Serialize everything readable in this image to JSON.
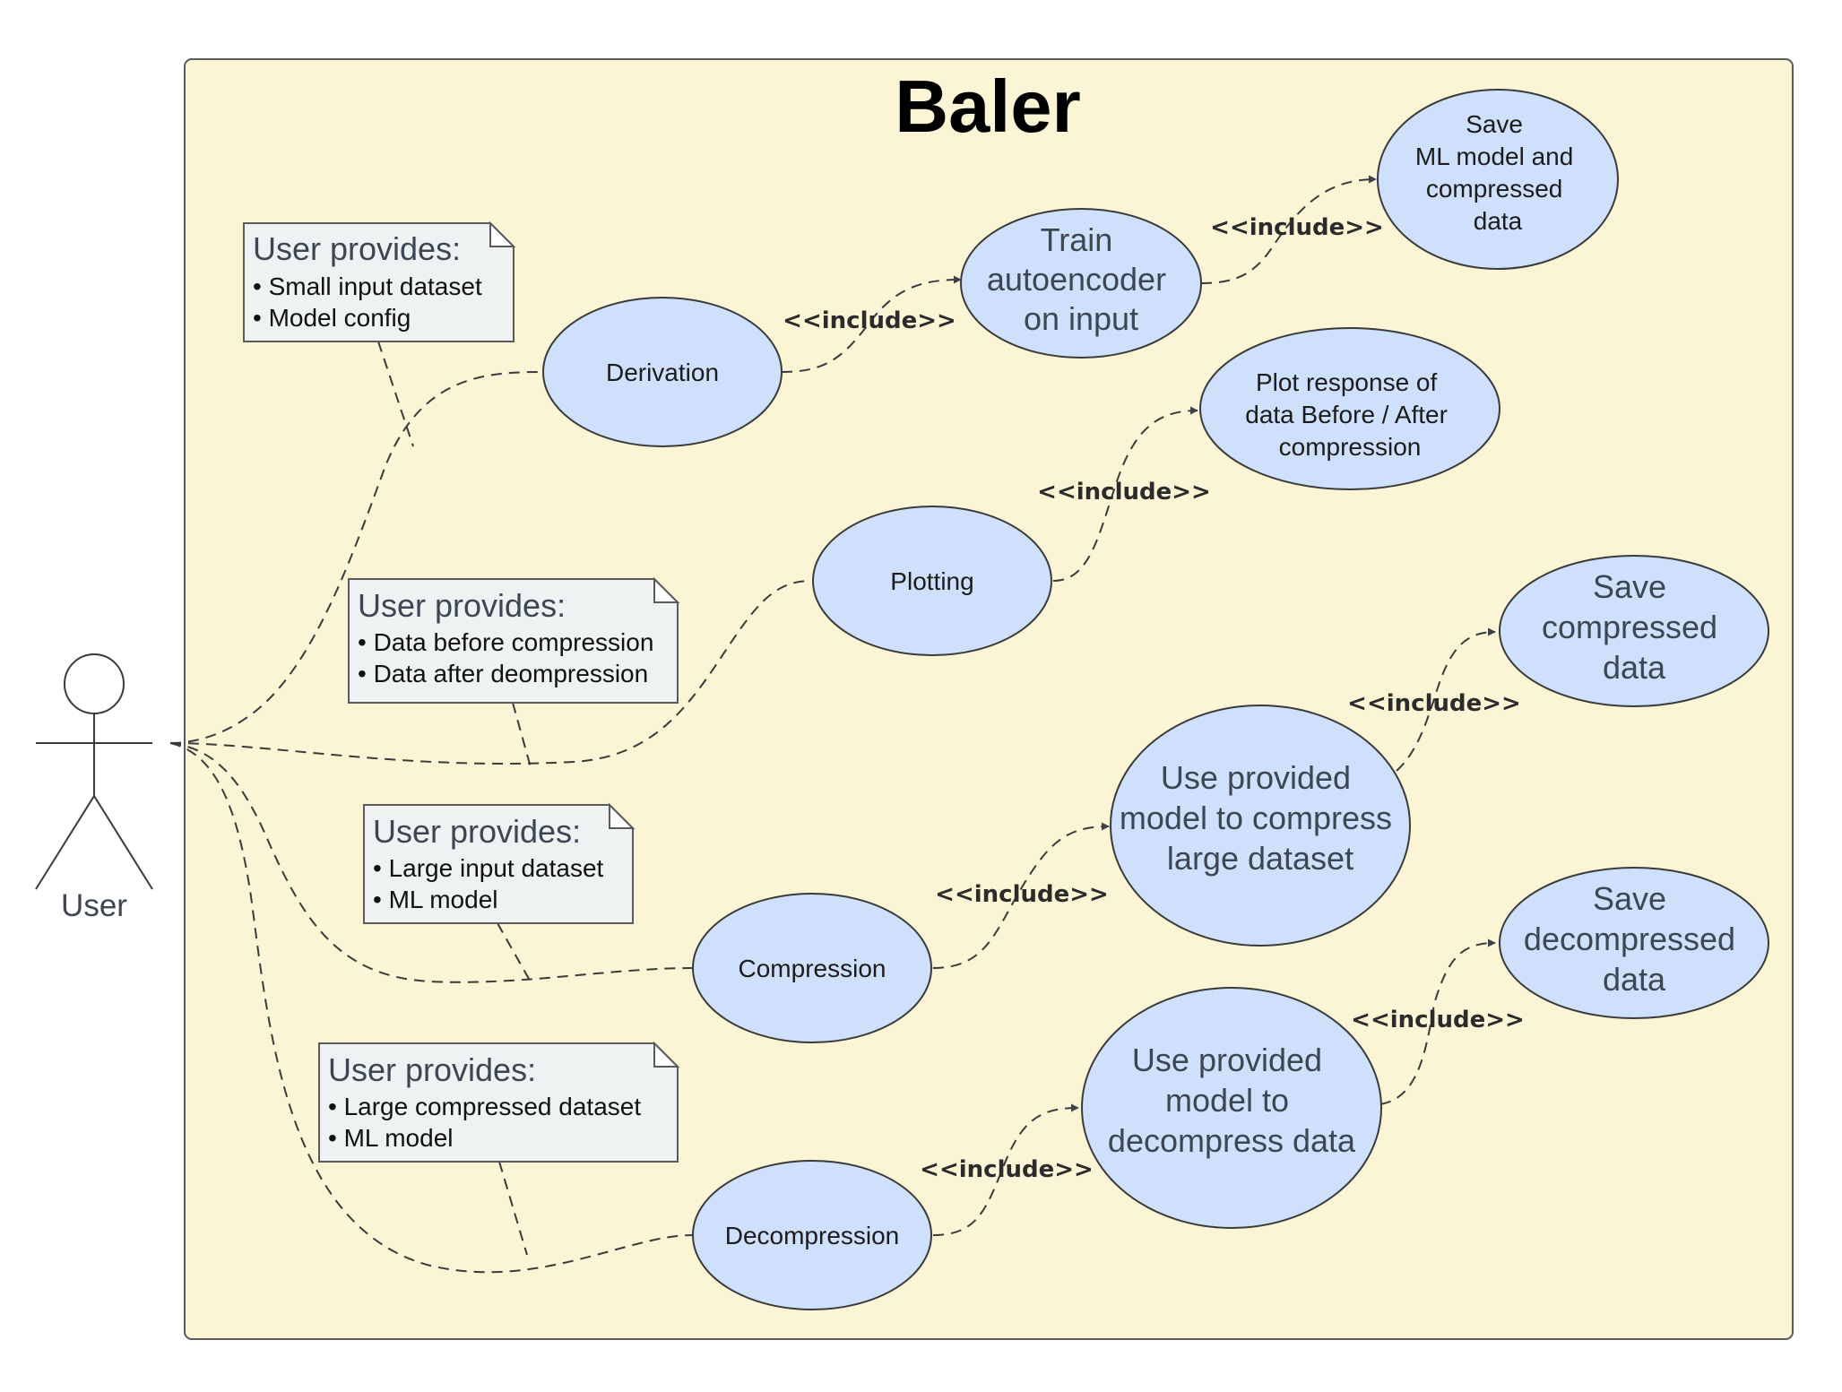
{
  "system": {
    "title": "Baler"
  },
  "actor": {
    "label": "User"
  },
  "use_cases": {
    "derivation": "Derivation",
    "plotting": "Plotting",
    "compression": "Compression",
    "decompression": "Decompression",
    "train": [
      "Train",
      "autoencoder",
      "on input"
    ],
    "save_model": [
      "Save",
      "ML model and",
      "compressed",
      "data"
    ],
    "plot_response": [
      "Plot response of",
      "data Before / After",
      "compression"
    ],
    "use_compress": [
      "Use provided",
      "model to compress",
      "large dataset"
    ],
    "save_compressed": [
      "Save",
      "compressed",
      "data"
    ],
    "use_decompress": [
      "Use provided",
      "model to",
      "decompress data"
    ],
    "save_decompressed": [
      "Save",
      "decompressed",
      "data"
    ]
  },
  "include_label": "<<include>>",
  "notes": {
    "derivation": {
      "heading": "User provides:",
      "items": [
        "• Small input dataset",
        "• Model config"
      ]
    },
    "plotting": {
      "heading": "User provides:",
      "items": [
        "• Data before compression",
        "• Data after deompression"
      ]
    },
    "compression": {
      "heading": "User provides:",
      "items": [
        "• Large input dataset",
        "• ML model"
      ]
    },
    "decompression": {
      "heading": "User provides:",
      "items": [
        "• Large compressed dataset",
        "• ML model"
      ]
    }
  },
  "colors": {
    "system_fill": "#fbf5d6",
    "use_case_fill": "#cfe0fc",
    "note_fill": "#eef2f2",
    "line": "#3a3a3a"
  }
}
